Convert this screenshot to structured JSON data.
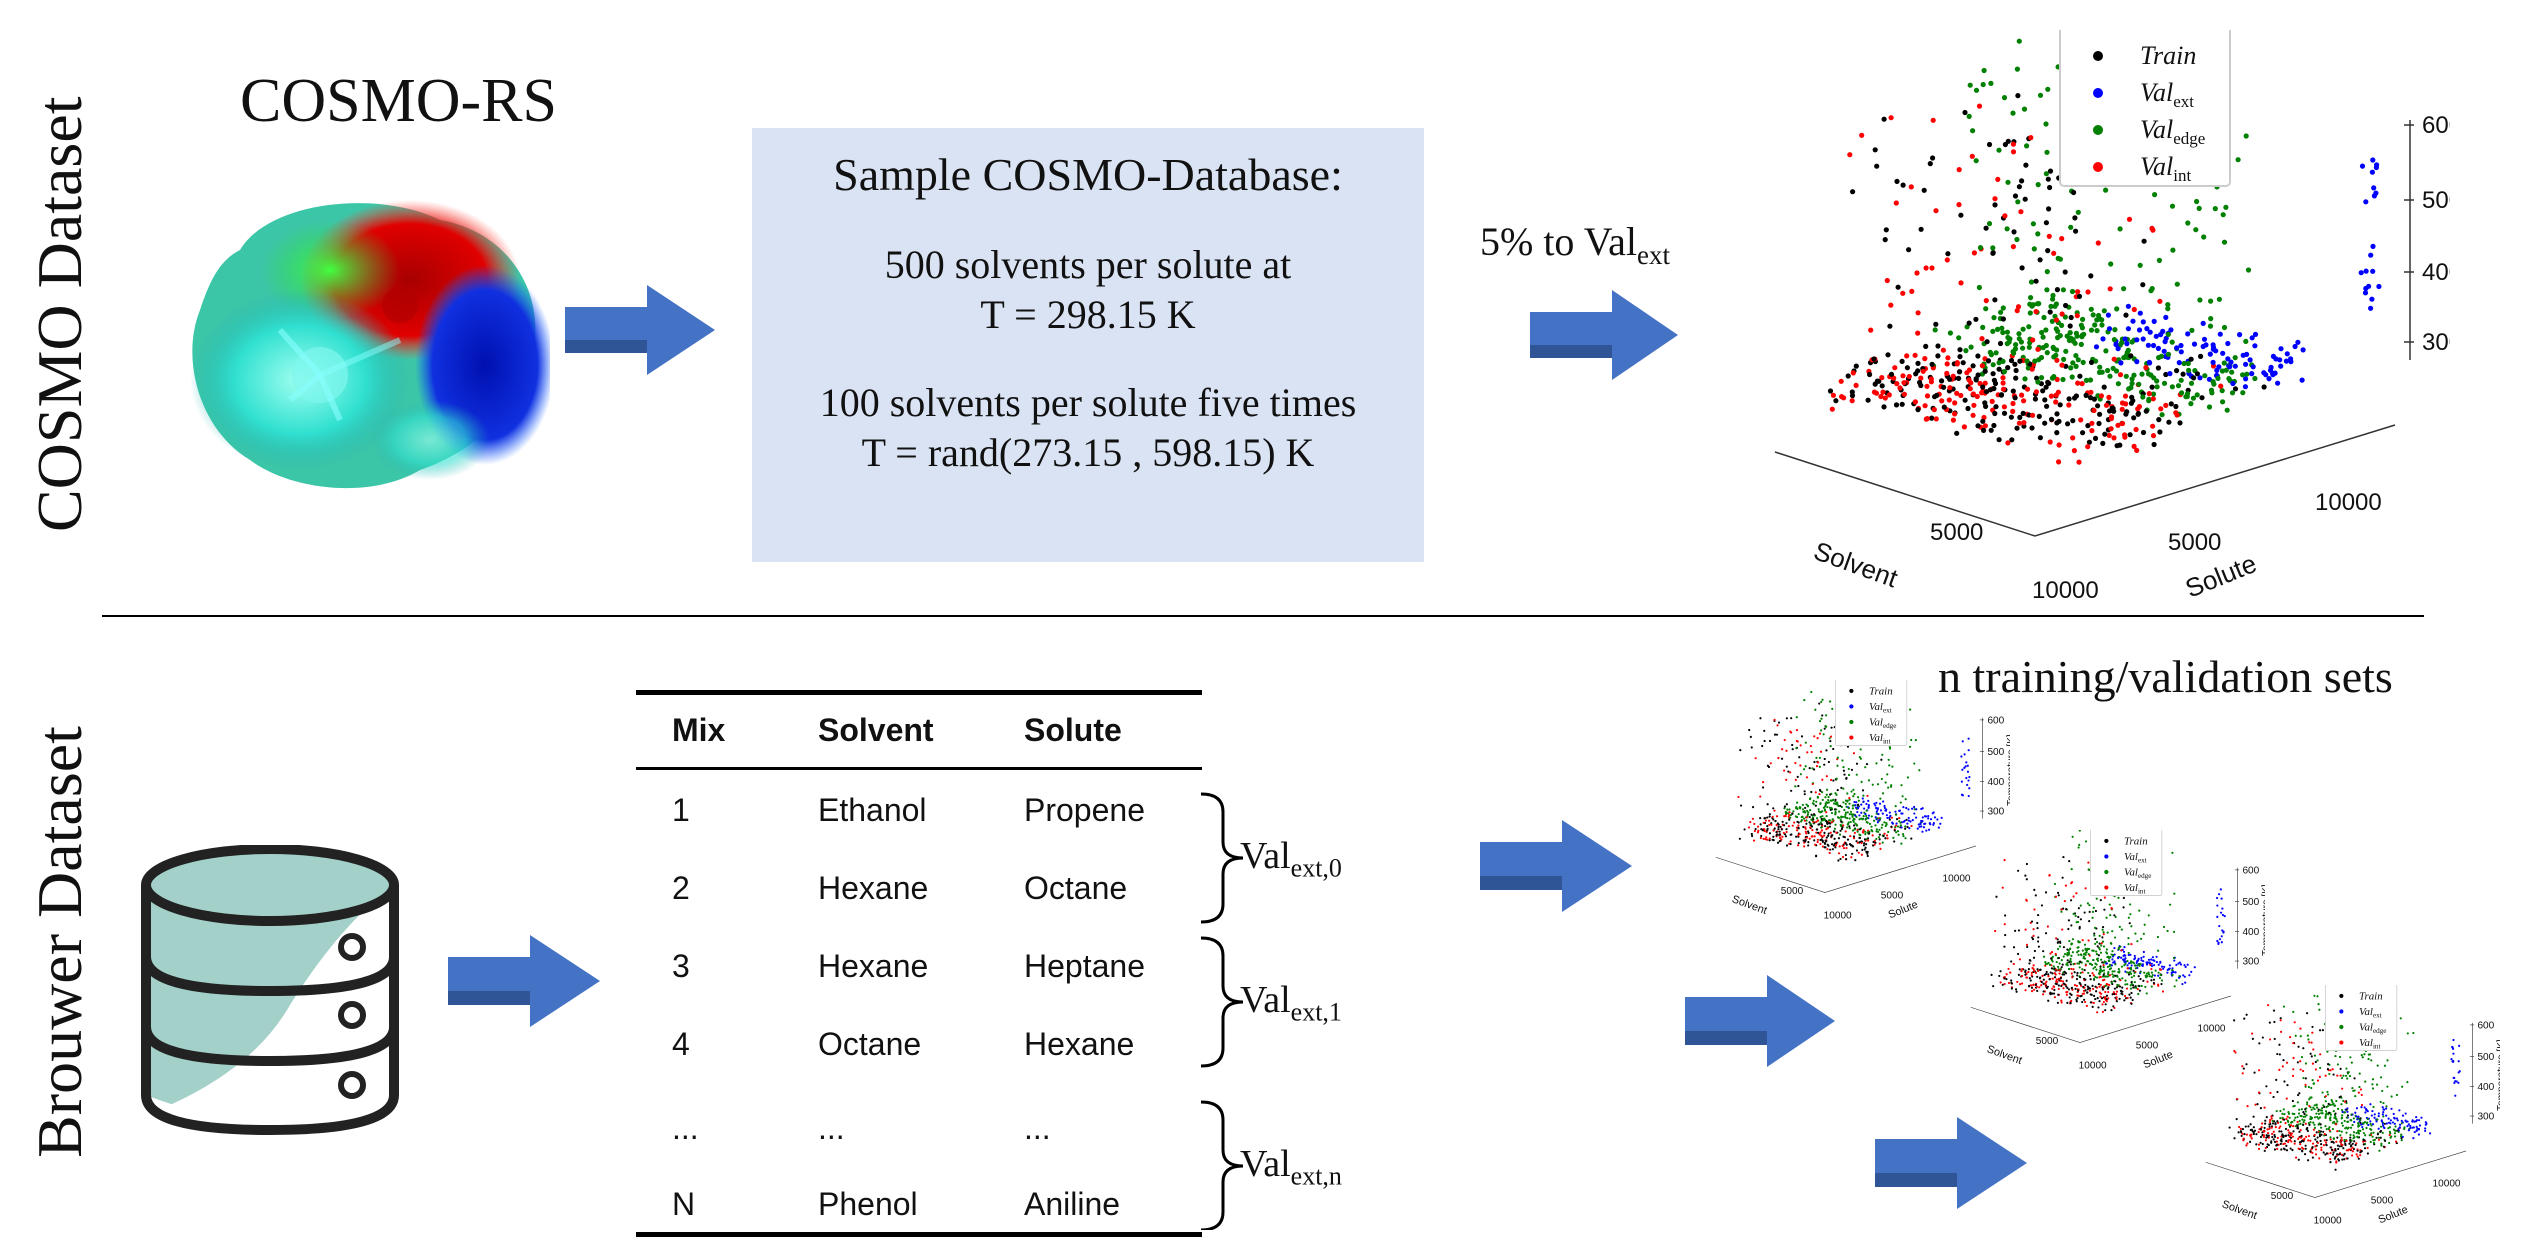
{
  "sections": {
    "cosmo_label": "COSMO Dataset",
    "brouwer_label": "Brouwer Dataset"
  },
  "cosmo": {
    "rs_title": "COSMO-RS",
    "box_title": "Sample COSMO-Database:",
    "box_line1": "500 solvents per solute at",
    "box_line2": "T = 298.15 K",
    "box_line3": "100 solvents per solute five times",
    "box_line4": "T = rand(273.15 , 598.15) K",
    "split_label_main": "5% to Val",
    "split_label_sub": "ext"
  },
  "plot": {
    "legend": [
      {
        "name": "Train",
        "sub": "",
        "color": "#000000"
      },
      {
        "name": "Val",
        "sub": "ext",
        "color": "#0000ff"
      },
      {
        "name": "Val",
        "sub": "edge",
        "color": "#008000"
      },
      {
        "name": "Val",
        "sub": "int",
        "color": "#ff0000"
      }
    ],
    "z_label": "Temperature [K]",
    "z_ticks": [
      "600",
      "500",
      "400",
      "300"
    ],
    "x_label": "Solvent",
    "x_ticks": [
      "5000",
      "10000"
    ],
    "y_label": "Solute",
    "y_ticks": [
      "5000",
      "10000"
    ],
    "small_legend": [
      {
        "name": "Train",
        "sub": ""
      },
      {
        "name": "Val",
        "sub": "ext"
      },
      {
        "name": "Val",
        "sub": "edge"
      },
      {
        "name": "Val",
        "sub": "int"
      }
    ]
  },
  "brouwer": {
    "sets_title": "n training/validation sets",
    "table": {
      "headers": [
        "Mix",
        "Solvent",
        "Solute"
      ],
      "rows": [
        [
          "1",
          "Ethanol",
          "Propene"
        ],
        [
          "2",
          "Hexane",
          "Octane"
        ],
        [
          "3",
          "Hexane",
          "Heptane"
        ],
        [
          "4",
          "Octane",
          "Hexane"
        ],
        [
          "...",
          "...",
          "..."
        ],
        [
          "N",
          "Phenol",
          "Aniline"
        ]
      ]
    },
    "val_groups": [
      {
        "main": "Val",
        "sub": "ext,0"
      },
      {
        "main": "Val",
        "sub": "ext,1"
      },
      {
        "main": "Val",
        "sub": "ext,n"
      }
    ]
  }
}
